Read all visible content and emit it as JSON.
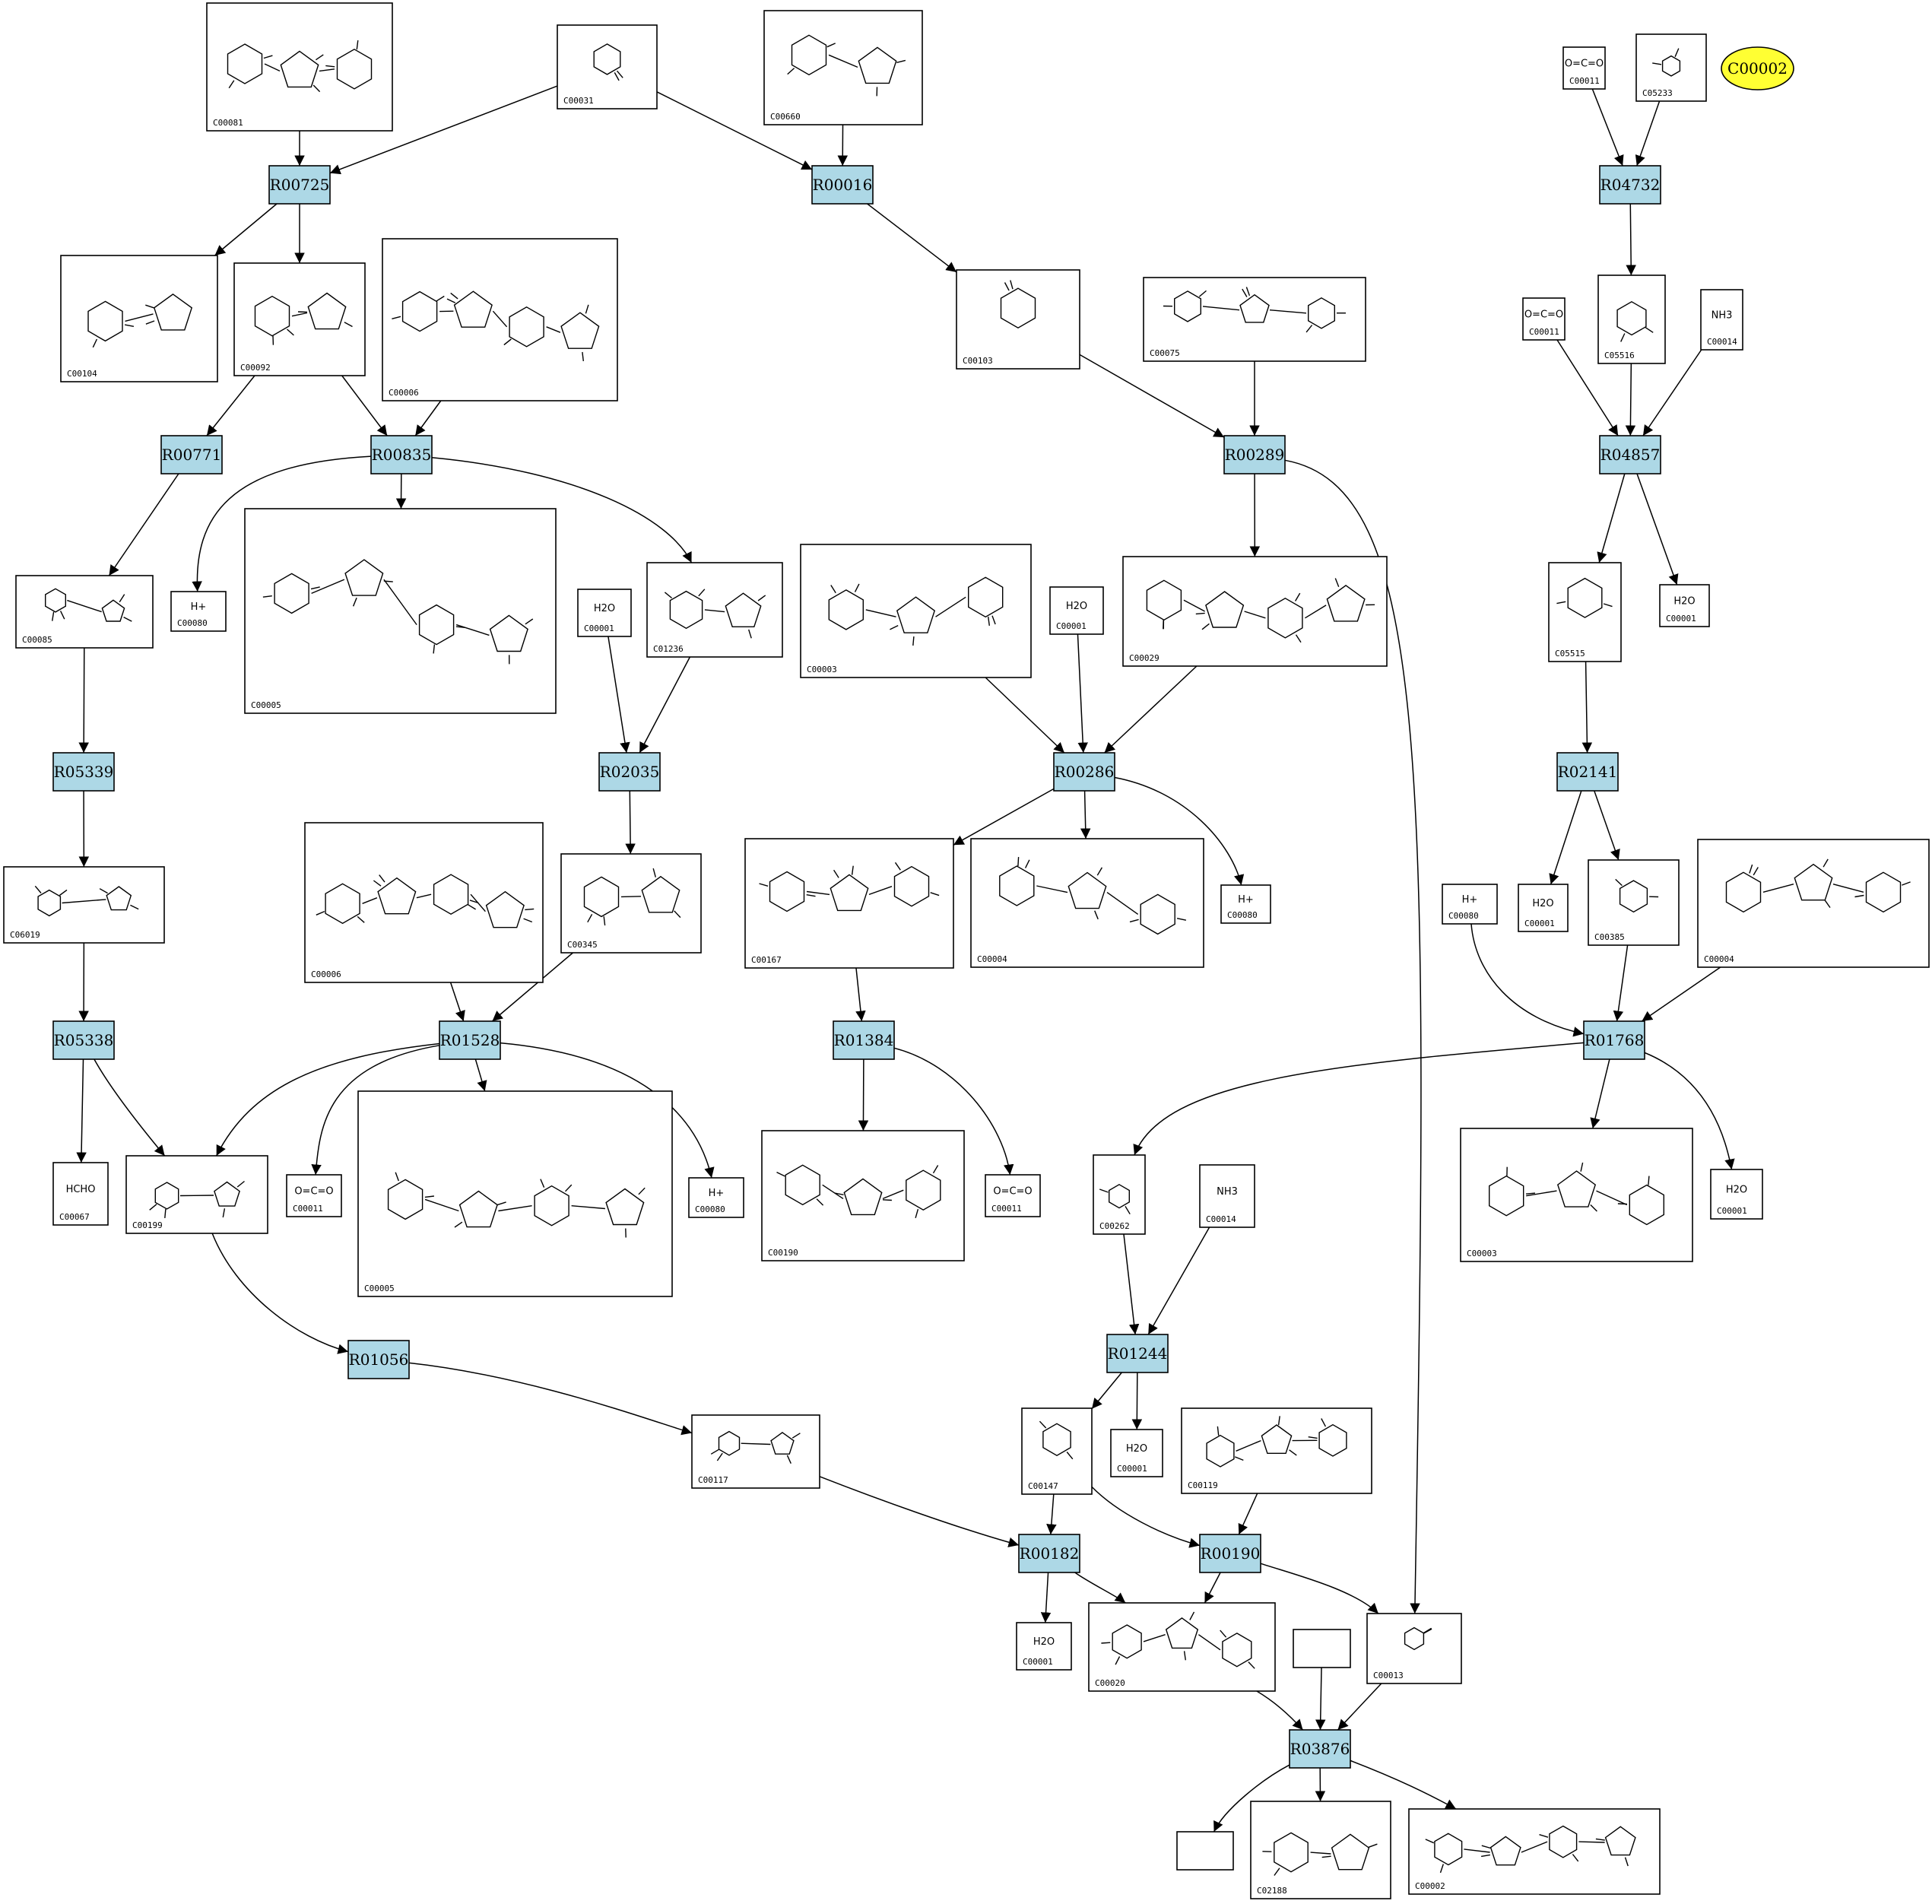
{
  "reactions": [
    {
      "id": "R00725",
      "label": "R00725"
    },
    {
      "id": "R00016",
      "label": "R00016"
    },
    {
      "id": "R04732",
      "label": "R04732"
    },
    {
      "id": "R00771",
      "label": "R00771"
    },
    {
      "id": "R00835",
      "label": "R00835"
    },
    {
      "id": "R00289",
      "label": "R00289"
    },
    {
      "id": "R04857",
      "label": "R04857"
    },
    {
      "id": "R05339",
      "label": "R05339"
    },
    {
      "id": "R02035",
      "label": "R02035"
    },
    {
      "id": "R00286",
      "label": "R00286"
    },
    {
      "id": "R02141",
      "label": "R02141"
    },
    {
      "id": "R05338",
      "label": "R05338"
    },
    {
      "id": "R01528",
      "label": "R01528"
    },
    {
      "id": "R01384",
      "label": "R01384"
    },
    {
      "id": "R01768",
      "label": "R01768"
    },
    {
      "id": "R01056",
      "label": "R01056"
    },
    {
      "id": "R01244",
      "label": "R01244"
    },
    {
      "id": "R00182",
      "label": "R00182"
    },
    {
      "id": "R00190",
      "label": "R00190"
    },
    {
      "id": "R03876",
      "label": "R03876"
    }
  ],
  "compounds": [
    {
      "id": "n_C00081",
      "label": "C00081"
    },
    {
      "id": "n_C00031",
      "label": "C00031"
    },
    {
      "id": "n_C00660",
      "label": "C00660"
    },
    {
      "id": "n_C00011a",
      "label": "C00011",
      "text": "O=C=O"
    },
    {
      "id": "n_C05233",
      "label": "C05233"
    },
    {
      "id": "n_C00104",
      "label": "C00104"
    },
    {
      "id": "n_C00092",
      "label": "C00092"
    },
    {
      "id": "n_C00006a",
      "label": "C00006"
    },
    {
      "id": "n_C00103",
      "label": "C00103"
    },
    {
      "id": "n_C00075",
      "label": "C00075"
    },
    {
      "id": "n_C00011b",
      "label": "C00011",
      "text": "O=C=O"
    },
    {
      "id": "n_C05516",
      "label": "C05516"
    },
    {
      "id": "n_C00014a",
      "label": "C00014",
      "text": "NH3"
    },
    {
      "id": "n_C00080a",
      "label": "C00080",
      "text": "H+"
    },
    {
      "id": "n_C00005a",
      "label": "C00005"
    },
    {
      "id": "n_C00085",
      "label": "C00085"
    },
    {
      "id": "n_C00001a",
      "label": "C00001",
      "text": "H2O"
    },
    {
      "id": "n_C01236",
      "label": "C01236"
    },
    {
      "id": "n_C00003a",
      "label": "C00003"
    },
    {
      "id": "n_C00001b",
      "label": "C00001",
      "text": "H2O"
    },
    {
      "id": "n_C00029",
      "label": "C00029"
    },
    {
      "id": "n_C05515",
      "label": "C05515"
    },
    {
      "id": "n_C00001c",
      "label": "C00001",
      "text": "H2O"
    },
    {
      "id": "n_C06019",
      "label": "C06019"
    },
    {
      "id": "n_C00006b",
      "label": "C00006"
    },
    {
      "id": "n_C00345",
      "label": "C00345"
    },
    {
      "id": "n_C00167",
      "label": "C00167"
    },
    {
      "id": "n_C00004a",
      "label": "C00004"
    },
    {
      "id": "n_C00080b",
      "label": "C00080",
      "text": "H+"
    },
    {
      "id": "n_C00080c",
      "label": "C00080",
      "text": "H+"
    },
    {
      "id": "n_C00001d",
      "label": "C00001",
      "text": "H2O"
    },
    {
      "id": "n_C00385",
      "label": "C00385"
    },
    {
      "id": "n_C00004b",
      "label": "C00004"
    },
    {
      "id": "n_C00067",
      "label": "C00067",
      "text": "HCHO"
    },
    {
      "id": "n_C00199",
      "label": "C00199"
    },
    {
      "id": "n_C00011c",
      "label": "C00011",
      "text": "O=C=O"
    },
    {
      "id": "n_C00005b",
      "label": "C00005"
    },
    {
      "id": "n_C00080d",
      "label": "C00080",
      "text": "H+"
    },
    {
      "id": "n_C00190",
      "label": "C00190"
    },
    {
      "id": "n_C00011d",
      "label": "C00011",
      "text": "O=C=O"
    },
    {
      "id": "n_C00262",
      "label": "C00262"
    },
    {
      "id": "n_C00014b",
      "label": "C00014",
      "text": "NH3"
    },
    {
      "id": "n_C00003b",
      "label": "C00003"
    },
    {
      "id": "n_C00001e",
      "label": "C00001",
      "text": "H2O"
    },
    {
      "id": "n_C00117",
      "label": "C00117"
    },
    {
      "id": "n_C00147",
      "label": "C00147"
    },
    {
      "id": "n_C00001f",
      "label": "C00001",
      "text": "H2O"
    },
    {
      "id": "n_C00119",
      "label": "C00119"
    },
    {
      "id": "n_C00001g",
      "label": "C00001",
      "text": "H2O"
    },
    {
      "id": "n_C00020",
      "label": "C00020"
    },
    {
      "id": "n_blank1",
      "label": ""
    },
    {
      "id": "n_C00013",
      "label": "C00013"
    },
    {
      "id": "n_blank2",
      "label": ""
    },
    {
      "id": "n_C02188",
      "label": "C02188"
    },
    {
      "id": "n_C00002",
      "label": "C00002"
    }
  ],
  "special_node": {
    "id": "C00002",
    "label": "C00002",
    "color": "#ffff33"
  },
  "colors": {
    "reaction_fill": "#add8e6",
    "compound_fill": "#ffffff",
    "stroke": "#000000"
  },
  "edges": [
    [
      "n_C00081",
      "R00725"
    ],
    [
      "n_C00031",
      "R00725"
    ],
    [
      "R00725",
      "n_C00104"
    ],
    [
      "R00725",
      "n_C00092"
    ],
    [
      "n_C00031",
      "R00016"
    ],
    [
      "n_C00660",
      "R00016"
    ],
    [
      "R00016",
      "n_C00103"
    ],
    [
      "n_C00011a",
      "R04732"
    ],
    [
      "n_C05233",
      "R04732"
    ],
    [
      "R04732",
      "n_C05516"
    ],
    [
      "n_C00092",
      "R00771"
    ],
    [
      "R00771",
      "n_C00085"
    ],
    [
      "n_C00092",
      "R00835"
    ],
    [
      "n_C00006a",
      "R00835"
    ],
    [
      "R00835",
      "n_C00080a"
    ],
    [
      "R00835",
      "n_C00005a"
    ],
    [
      "R00835",
      "n_C01236"
    ],
    [
      "n_C00103",
      "R00289"
    ],
    [
      "n_C00075",
      "R00289"
    ],
    [
      "R00289",
      "n_C00029"
    ],
    [
      "R00289",
      "n_C00013"
    ],
    [
      "n_C00011b",
      "R04857"
    ],
    [
      "n_C05516",
      "R04857"
    ],
    [
      "n_C00014a",
      "R04857"
    ],
    [
      "R04857",
      "n_C05515"
    ],
    [
      "R04857",
      "n_C00001c"
    ],
    [
      "n_C00085",
      "R05339"
    ],
    [
      "R05339",
      "n_C06019"
    ],
    [
      "n_C00001a",
      "R02035"
    ],
    [
      "n_C01236",
      "R02035"
    ],
    [
      "R02035",
      "n_C00345"
    ],
    [
      "n_C00003a",
      "R00286"
    ],
    [
      "n_C00001b",
      "R00286"
    ],
    [
      "n_C00029",
      "R00286"
    ],
    [
      "R00286",
      "n_C00167"
    ],
    [
      "R00286",
      "n_C00004a"
    ],
    [
      "R00286",
      "n_C00080b"
    ],
    [
      "n_C05515",
      "R02141"
    ],
    [
      "R02141",
      "n_C00001d"
    ],
    [
      "R02141",
      "n_C00385"
    ],
    [
      "n_C06019",
      "R05338"
    ],
    [
      "R05338",
      "n_C00067"
    ],
    [
      "R05338",
      "n_C00199"
    ],
    [
      "n_C00006b",
      "R01528"
    ],
    [
      "n_C00345",
      "R01528"
    ],
    [
      "R01528",
      "n_C00199"
    ],
    [
      "R01528",
      "n_C00011c"
    ],
    [
      "R01528",
      "n_C00005b"
    ],
    [
      "R01528",
      "n_C00080d"
    ],
    [
      "n_C00167",
      "R01384"
    ],
    [
      "R01384",
      "n_C00190"
    ],
    [
      "R01384",
      "n_C00011d"
    ],
    [
      "n_C00080c",
      "R01768"
    ],
    [
      "n_C00385",
      "R01768"
    ],
    [
      "n_C00004b",
      "R01768"
    ],
    [
      "R01768",
      "n_C00262"
    ],
    [
      "R01768",
      "n_C00003b"
    ],
    [
      "R01768",
      "n_C00001e"
    ],
    [
      "n_C00199",
      "R01056"
    ],
    [
      "R01056",
      "n_C00117"
    ],
    [
      "n_C00262",
      "R01244"
    ],
    [
      "n_C00014b",
      "R01244"
    ],
    [
      "R01244",
      "n_C00147"
    ],
    [
      "R01244",
      "n_C00001f"
    ],
    [
      "n_C00117",
      "R00182"
    ],
    [
      "n_C00147",
      "R00182"
    ],
    [
      "R00182",
      "n_C00001g"
    ],
    [
      "R00182",
      "n_C00020"
    ],
    [
      "n_C00147",
      "R00190"
    ],
    [
      "n_C00119",
      "R00190"
    ],
    [
      "R00190",
      "n_C00020"
    ],
    [
      "R00190",
      "n_C00013"
    ],
    [
      "n_C00020",
      "R03876"
    ],
    [
      "n_blank1",
      "R03876"
    ],
    [
      "n_C00013",
      "R03876"
    ],
    [
      "R03876",
      "n_blank2"
    ],
    [
      "R03876",
      "n_C02188"
    ],
    [
      "R03876",
      "n_C00002"
    ]
  ]
}
